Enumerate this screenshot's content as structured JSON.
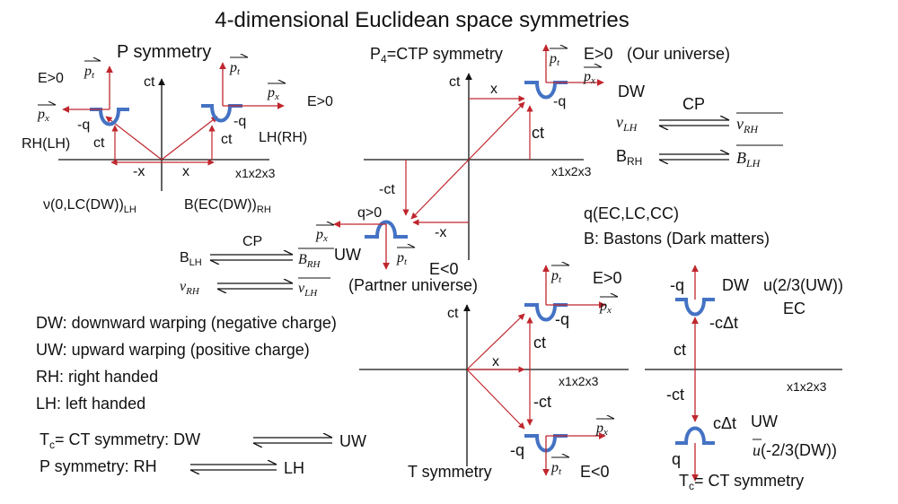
{
  "title": "4-dimensional Euclidean space symmetries",
  "colors": {
    "arrow": "#c0262d",
    "wave": "#4472c4",
    "axis": "#111111"
  },
  "p_panel": {
    "title": "P symmetry",
    "ct": "ct",
    "e_pos_left": "E>0",
    "e_pos_right": "E>0",
    "pt": "p",
    "pt_sub": "t",
    "px": "p",
    "px_sub": "x",
    "q_left": "-q",
    "q_right": "-q",
    "rh_lh": "RH(LH)",
    "lh_rh": "LH(RH)",
    "ct_left": "ct",
    "ct_right": "ct",
    "neg_x": "-x",
    "x": "x",
    "dims": "x1x2x3",
    "nu_label": "ν(0,LC(DW))",
    "nu_sub": "LH",
    "b_label": "B(EC(DW))",
    "b_sub": "RH"
  },
  "cp_left": {
    "cp": "CP",
    "b_lh": "B",
    "b_lh_sub": "LH",
    "b_rh": "B",
    "b_rh_sub": "RH",
    "nu_rh": "ν",
    "nu_rh_sub": "RH",
    "nu_lh": "ν",
    "nu_lh_sub": "LH"
  },
  "p4_panel": {
    "title": "P",
    "title_sub": "4",
    "title_rest": "=CTP symmetry",
    "e_pos": "E>0",
    "our_universe": "(Our universe)",
    "ct": "ct",
    "x": "x",
    "ct_label": "ct",
    "q_neg": "-q",
    "dw": "DW",
    "dims": "x1x2x3",
    "neg_ct": "-ct",
    "q_pos": "q>0",
    "neg_x": "-x",
    "uw": "UW",
    "e_neg": "E<0",
    "partner_universe": "(Partner universe)"
  },
  "cp_right": {
    "cp": "CP",
    "nu_lh": "ν",
    "nu_lh_sub": "LH",
    "nu_rh": "ν",
    "nu_rh_sub": "RH",
    "b_rh": "B",
    "b_rh_sub": "RH",
    "b_lh": "B",
    "b_lh_sub": "LH"
  },
  "charges": {
    "q_line": "q(EC,LC,CC)",
    "b_line": "B: Bastons (Dark matters)"
  },
  "legend": {
    "dw": "DW: downward warping (negative charge)",
    "uw": "UW: upward warping (positive charge)",
    "rh": "RH: right handed",
    "lh": "LH: left handed",
    "tc_prefix": "T",
    "tc_sub": "c",
    "tc_rest": "= CT  symmetry: DW",
    "tc_target": "UW",
    "p_prefix": "P symmetry: RH",
    "p_target": "LH"
  },
  "t_panel": {
    "title": "T  symmetry",
    "ct": "ct",
    "e_pos": "E>0",
    "e_neg": "E<0",
    "q_top": "-q",
    "q_bottom": "-q",
    "x": "x",
    "ct_pos": "ct",
    "ct_neg": "-ct",
    "dims": "x1x2x3"
  },
  "tc_panel": {
    "q_top": "-q",
    "dw": "DW",
    "u_label": "u(2/3(UW))",
    "ec": "EC",
    "neg_cdt": "-cΔt",
    "ct": "ct",
    "dims": "x1x2x3",
    "neg_ct": "-ct",
    "cdt": "cΔt",
    "uw": "UW",
    "q_bottom": "q",
    "ubar": "u",
    "ubar_rest": "(-2/3(DW))",
    "title_prefix": "T",
    "title_sub": "c",
    "title_rest": "= CT  symmetry"
  }
}
